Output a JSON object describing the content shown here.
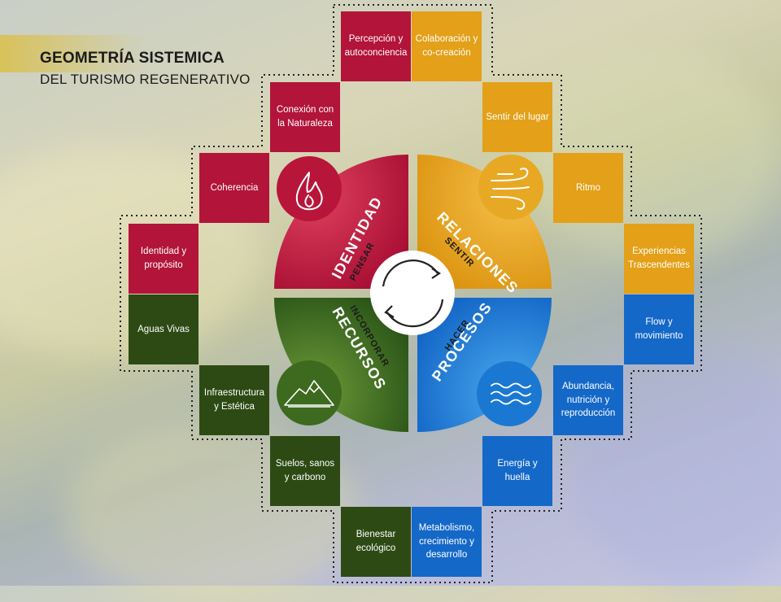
{
  "title": {
    "line1": "GEOMETRÍA SISTEMICA",
    "line2": "DEL TURISMO REGENERATIVO"
  },
  "colors": {
    "identidad": "#b2143a",
    "relaciones": "#e3a018",
    "recursos": "#2d4a14",
    "procesos": "#1468c8"
  },
  "segments": {
    "identidad": {
      "label": "IDENTIDAD",
      "sub": "PENSAR",
      "icon": "flame-icon"
    },
    "relaciones": {
      "label": "RELACIONES",
      "sub": "SENTIR",
      "icon": "wind-icon"
    },
    "recursos": {
      "label": "RECURSOS",
      "sub": "INCORPORAR",
      "icon": "mountain-icon"
    },
    "procesos": {
      "label": "PROCESOS",
      "sub": "HACER",
      "icon": "waves-icon"
    }
  },
  "boxes": {
    "percepcion": "Percepción y autoconciencia",
    "colaboracion": "Colaboración y co-creación",
    "conexion": "Conexión con la Naturaleza",
    "sentir_lugar": "Sentir del lugar",
    "coherencia": "Coherencia",
    "ritmo": "Ritmo",
    "identidad_proposito": "Identidad y propósito",
    "experiencias": "Experiencias Trascendentes",
    "aguas": "Aguas Vivas",
    "flow": "Flow y movimiento",
    "infraestructura": "Infraestructura y Estética",
    "abundancia": "Abundancia, nutrición y reproducción",
    "suelos": "Suelos, sanos y carbono",
    "energia": "Energía y huella",
    "bienestar": "Bienestar ecológico",
    "metabolismo": "Metabolismo, crecimiento y desarrollo"
  }
}
